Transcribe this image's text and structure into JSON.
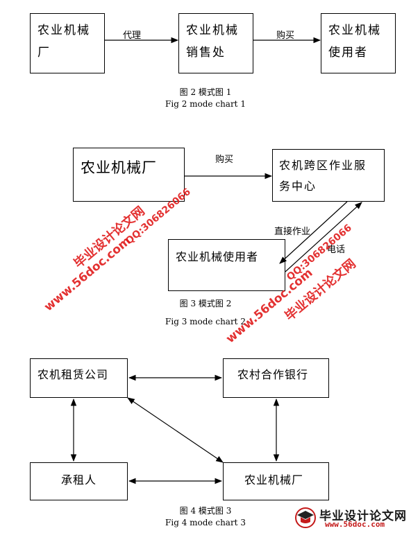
{
  "fig2": {
    "nodes": {
      "factory": "农业机械\n厂",
      "sales": "农业机械\n销售处",
      "user": "农业机械\n使用者"
    },
    "edges": {
      "agent": "代理",
      "buy": "购买"
    },
    "caption_cn": "图 2  模式图 1",
    "caption_en": "Fig 2 mode chart 1"
  },
  "fig3": {
    "nodes": {
      "factory": "农业机械厂",
      "service": "农机跨区作业服\n务中心",
      "user": "农业机械使用者"
    },
    "edges": {
      "buy": "购买",
      "direct": "直接作业",
      "contact": "电话"
    },
    "caption_cn": "图 3  模式图 2",
    "caption_en": "Fig 3 mode chart 2"
  },
  "fig4": {
    "nodes": {
      "leasing": "农机租赁公司",
      "bank": "农村合作银行",
      "lessee": "承租人",
      "factory": "农业机械厂"
    },
    "caption_cn": "图 4  模式图 3",
    "caption_en": "Fig 4 mode chart 3"
  },
  "watermarks": {
    "site": "www.56doc.com",
    "name": "毕业设计论文网",
    "qq": "QQ:306826066"
  },
  "logo": {
    "name": "毕业设计论文网",
    "url": "www.56doc.com"
  },
  "colors": {
    "watermark": "#e01b1b",
    "line": "#000000"
  }
}
